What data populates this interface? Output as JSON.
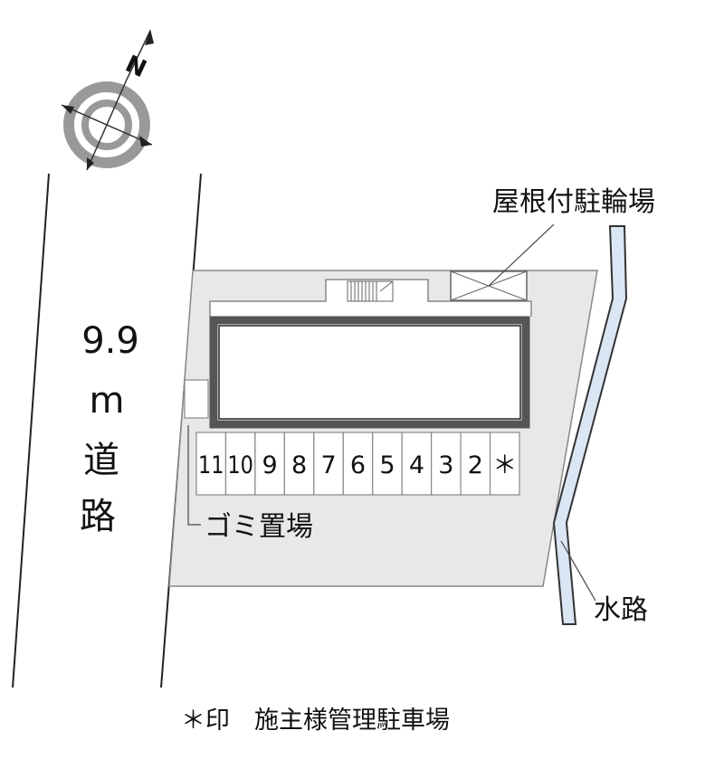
{
  "road": {
    "width_value": "9.9",
    "width_unit": "m",
    "name_char_1": "道",
    "name_char_2": "路"
  },
  "compass": {
    "north_label": "N"
  },
  "labels": {
    "covered_bicycle_parking": "屋根付駐輪場",
    "garbage_area": "ゴミ置場",
    "waterway": "水路"
  },
  "parking_stalls": [
    "11",
    "10",
    "9",
    "8",
    "7",
    "6",
    "5",
    "4",
    "3",
    "2",
    "＊"
  ],
  "footnote": "＊印　施主様管理駐車場",
  "colors": {
    "lot_fill": "#e8e8e8",
    "building_border": "#555555",
    "waterway_fill": "#dbe6f4",
    "line": "#444444"
  },
  "icons": {
    "compass": "compass-rose-icon",
    "stairs": "stairs-icon"
  }
}
